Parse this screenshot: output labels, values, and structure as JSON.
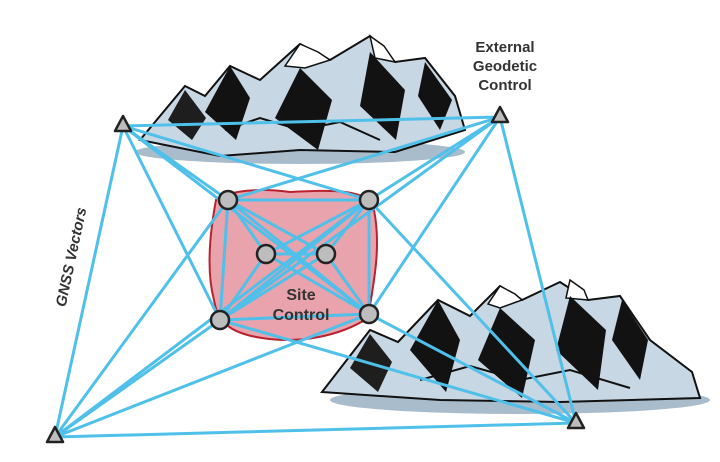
{
  "labels": {
    "external_line1": "External",
    "external_line2": "Geodetic",
    "external_line3": "Control",
    "site_line1": "Site",
    "site_line2": "Control",
    "vectors": "GNSS Vectors"
  },
  "colors": {
    "vector": "#4fc0ea",
    "site_fill": "#e8a3ac",
    "site_outline": "#b8222e",
    "station_fill": "#bdbdbd",
    "station_stroke": "#222222",
    "text": "#333333",
    "mountain_light": "#c7d7e3",
    "mountain_dark": "#121212",
    "mountain_shadow": "#a9bccb"
  },
  "icons": [
    "triangle-station-icon",
    "circle-station-icon",
    "mountain-icon"
  ]
}
